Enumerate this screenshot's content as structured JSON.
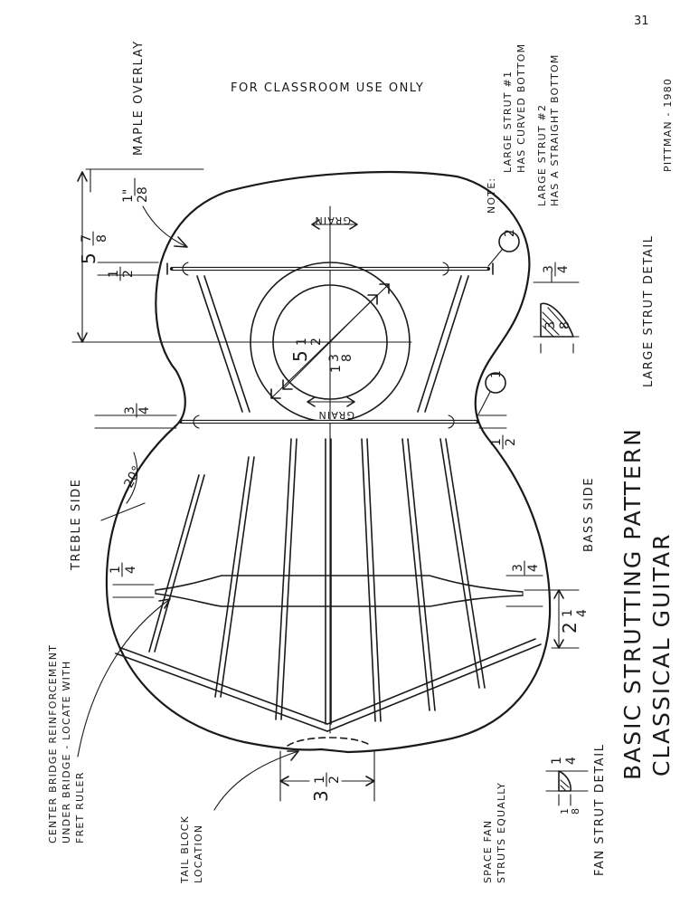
{
  "page_number": "31",
  "header": "FOR CLASSROOM USE ONLY",
  "author": "PITTMAN - 1980",
  "note": {
    "label": "NOTE:",
    "line1": "LARGE STRUT #1",
    "line2": "HAS CURVED BOTTOM",
    "line3": "LARGE STRUT #2",
    "line4": "HAS A STRAIGHT BOTTOM"
  },
  "maple_overlay": {
    "num": "1\"",
    "den": "28",
    "label": "MAPLE OVERLAY"
  },
  "dimensions": {
    "upper_bout_whole": "5",
    "upper_bout_num": "7",
    "upper_bout_den": "8",
    "strut2_num": "1",
    "strut2_den": "2",
    "strut1_num": "3",
    "strut1_den": "4",
    "strut1_side_num": "1",
    "strut1_side_den": "2",
    "soundhole_whole": "5",
    "soundhole_num": "1",
    "soundhole_den": "2",
    "rosette_whole": "1",
    "rosette_num": "3",
    "rosette_den": "8",
    "angle": "20°",
    "bridge_treble_num": "1",
    "bridge_treble_den": "4",
    "bridge_bass_num": "3",
    "bridge_bass_den": "4",
    "bridge_width_whole": "2",
    "bridge_width_num": "1",
    "bridge_width_den": "4",
    "tail_whole": "3",
    "tail_num": "1",
    "tail_den": "2"
  },
  "grain_label": "GRAIN",
  "strut_markers": [
    "1",
    "2"
  ],
  "sides": {
    "treble": "TREBLE SIDE",
    "bass": "BASS SIDE"
  },
  "large_strut_detail": {
    "height_num": "3",
    "height_den": "4",
    "width_num": "3",
    "width_den": "8",
    "label": "LARGE STRUT DETAIL"
  },
  "fan_strut_detail": {
    "height_num": "1",
    "height_den": "4",
    "width_num": "1",
    "width_den": "8",
    "label": "FAN STRUT DETAIL"
  },
  "title": {
    "line1": "BASIC STRUTTING PATTERN",
    "line2": "CLASSICAL GUITAR"
  },
  "callouts": {
    "bridge_line1": "CENTER BRIDGE REINFORCEMENT",
    "bridge_line2": "UNDER BRIDGE - LOCATE WITH",
    "bridge_line3": "FRET RULER",
    "tail_line1": "TAIL BLOCK",
    "tail_line2": "LOCATION",
    "fan_line1": "SPACE FAN",
    "fan_line2": "STRUTS EQUALLY"
  }
}
